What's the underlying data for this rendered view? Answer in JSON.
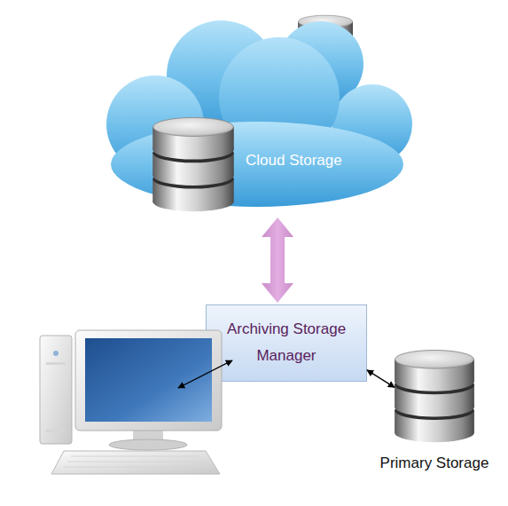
{
  "diagram": {
    "nodes": [
      {
        "text": [
          "Cloud Storage"
        ]
      },
      {
        "text": [
          "Archiving Storage Manager"
        ]
      },
      {
        "text": [
          "Primary Storage"
        ]
      }
    ],
    "edges": [
      {
        "from": 0,
        "to": 1,
        "arrow": "both"
      },
      {
        "from": 1,
        "to": 2,
        "arrow": "both"
      }
    ]
  }
}
